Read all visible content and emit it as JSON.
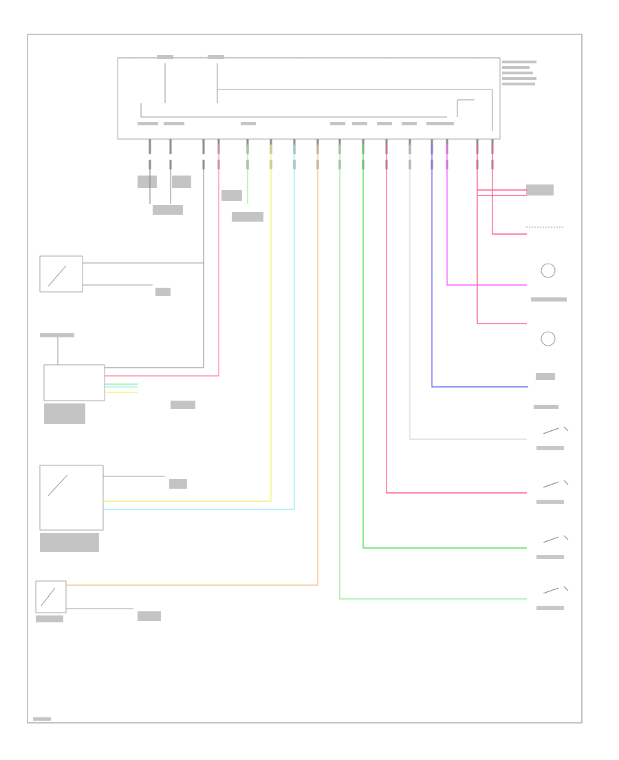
{
  "diagram": {
    "footer_id": "",
    "wire_colors": {
      "pink": "#ff8fb0",
      "light_green": "#9af09a",
      "yellow": "#f2f27a",
      "cyan": "#8ff0f0",
      "orange": "#f6c58e",
      "green": "#56e056",
      "red": "#ff5a80",
      "white": "#d4d4d4",
      "blue": "#6f6ff0",
      "magenta": "#ff5cff",
      "black": "#777777",
      "frame": "#9a9a9a"
    },
    "components": [
      "bcm-unit",
      "ignition-knob-switch",
      "transmission-range-switch",
      "rear-window-defogger-switch",
      "cargo-lamp-switch",
      "cargo-lamp",
      "dome-light",
      "room-lamp",
      "rear-door-switch",
      "front-passenger-door-switch",
      "left-rear-door-switch",
      "right-rear-door-switch"
    ]
  }
}
